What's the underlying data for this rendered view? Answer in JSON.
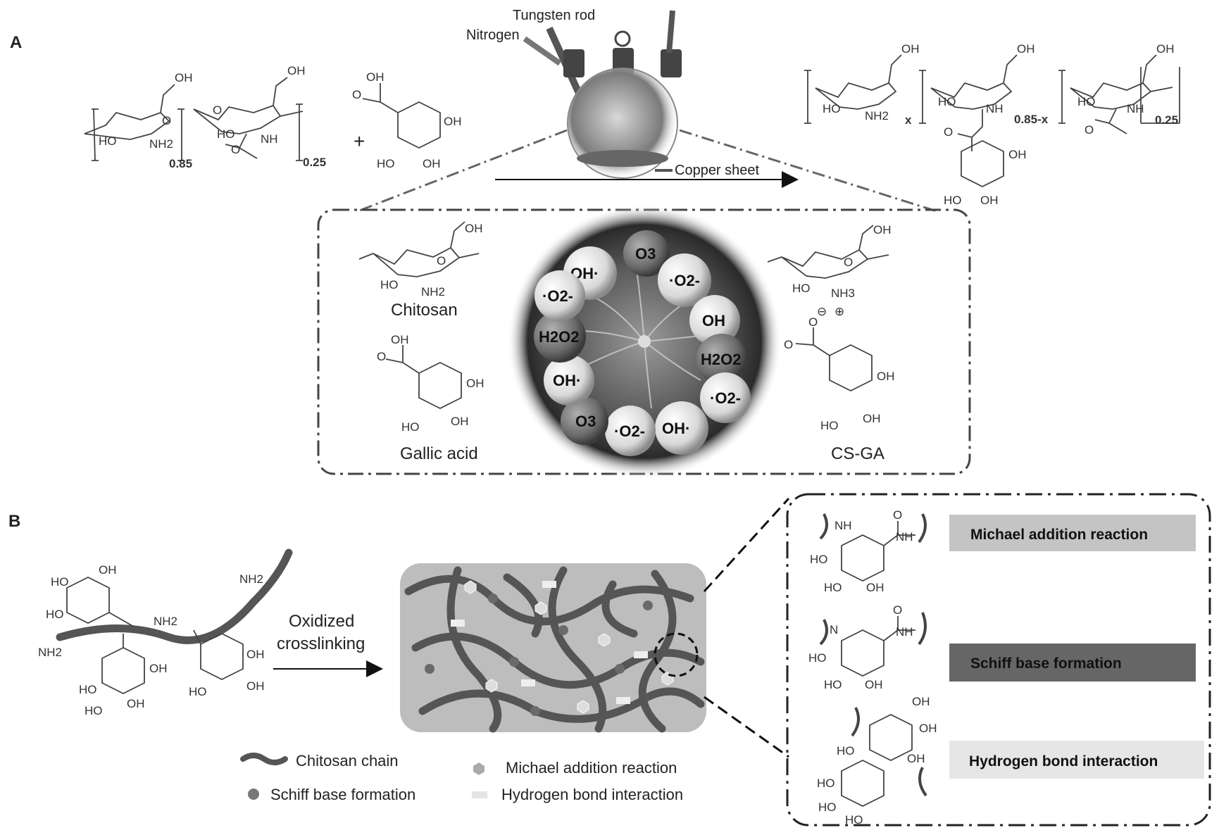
{
  "panel_a": {
    "label": "A",
    "reactor": {
      "tungsten_rod": "Tungsten rod",
      "nitrogen": "Nitrogen",
      "copper_sheet": "Copper sheet"
    },
    "reactants": {
      "plus": "+",
      "chitosan_subscript_1": "0.85",
      "chitosan_subscript_2": "0.25"
    },
    "product": {
      "subscript_x": "x",
      "subscript_2": "0.85-x",
      "subscript_3": "0.25"
    },
    "inset": {
      "chitosan_label": "Chitosan",
      "gallic_acid_label": "Gallic acid",
      "csga_label": "CS-GA",
      "species": [
        "OH·",
        "O3",
        "·O2-",
        "OH",
        "H2O2",
        "·O2-",
        "OH·",
        "·O2-",
        "O3",
        "OH·",
        "H2O2",
        "·O2-"
      ]
    }
  },
  "panel_b": {
    "label": "B",
    "arrow_label_1": "Oxidized",
    "arrow_label_2": "crosslinking",
    "legend": {
      "chitosan_chain": "Chitosan chain",
      "michael": "Michael addition reaction",
      "schiff": "Schiff base formation",
      "hbond": "Hydrogen bond interaction"
    },
    "mechanisms": [
      {
        "label": "Michael addition reaction",
        "color": "#c4c4c4"
      },
      {
        "label": "Schiff base formation",
        "color": "#666666"
      },
      {
        "label": "Hydrogen bond interaction",
        "color": "#e6e6e6"
      }
    ]
  },
  "chem_labels": {
    "oh": "OH",
    "ho": "HO",
    "nh2": "NH2",
    "nh": "NH",
    "nh3": "NH3",
    "o": "O",
    "n": "N",
    "ho_minus": "⊖",
    "plus_charge": "⊕"
  },
  "colors": {
    "chain": "#555555",
    "network_bg": "#bdbdbd",
    "radical_light": "#e8e8e8",
    "radical_dark": "#777777"
  }
}
